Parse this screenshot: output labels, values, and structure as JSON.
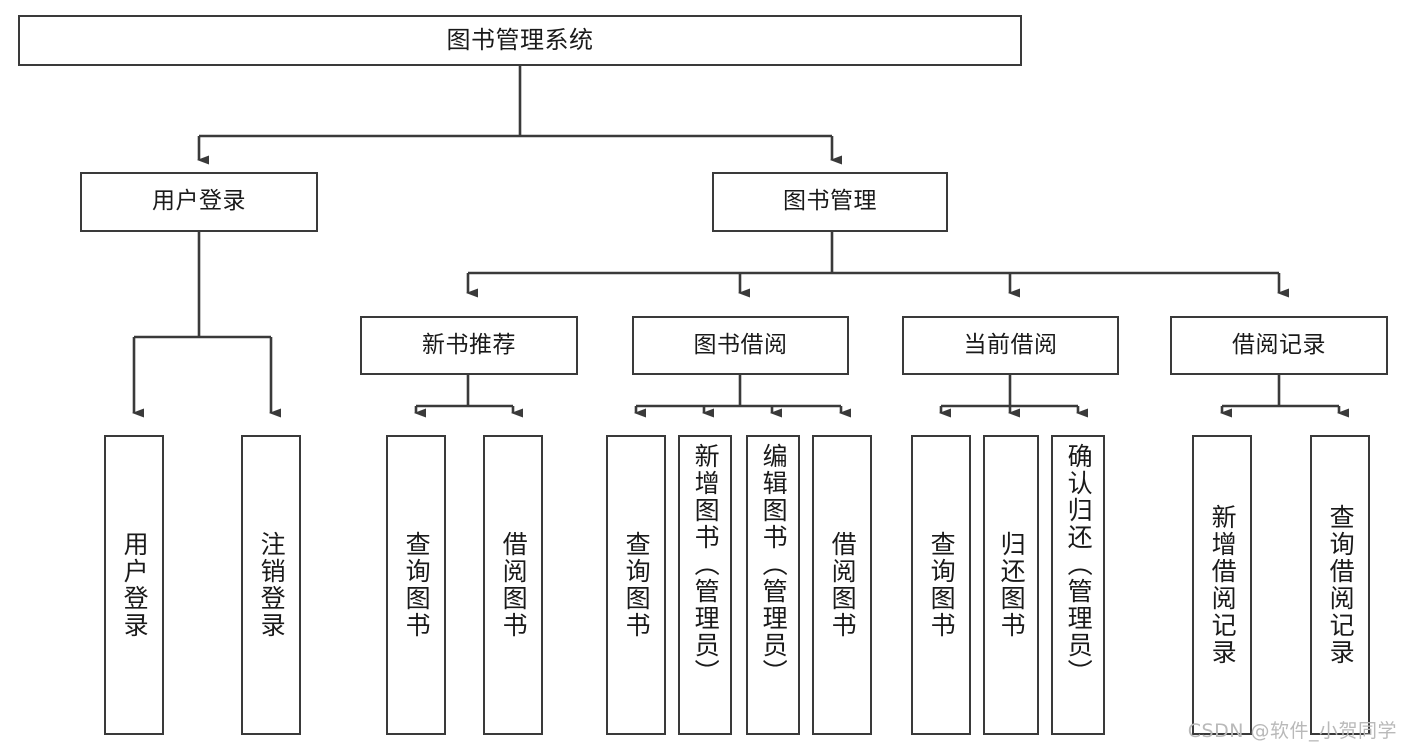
{
  "diagram": {
    "title": "图书管理系统",
    "watermark": "CSDN @软件_小贺同学",
    "line_color": "#3a3a3a",
    "box_fill": "#ffffff",
    "text_color": "#1a1a1a"
  },
  "nodes": {
    "root": {
      "label": "图书管理系统"
    },
    "level1": [
      {
        "label": "用户登录"
      },
      {
        "label": "图书管理"
      }
    ],
    "level2": [
      {
        "label": "新书推荐"
      },
      {
        "label": "图书借阅"
      },
      {
        "label": "当前借阅"
      },
      {
        "label": "借阅记录"
      }
    ],
    "leaves": {
      "user_login": [
        {
          "label": "用户登录"
        },
        {
          "label": "注销登录"
        }
      ],
      "new_book": [
        {
          "label": "查询图书"
        },
        {
          "label": "借阅图书"
        }
      ],
      "book_borrow": [
        {
          "label": "查询图书"
        },
        {
          "label": "新增图书（管理员）"
        },
        {
          "label": "编辑图书（管理员）"
        },
        {
          "label": "借阅图书"
        }
      ],
      "current_borrow": [
        {
          "label": "查询图书"
        },
        {
          "label": "归还图书"
        },
        {
          "label": "确认归还（管理员）"
        }
      ],
      "borrow_record": [
        {
          "label": "新增借阅记录"
        },
        {
          "label": "查询借阅记录"
        }
      ]
    }
  }
}
